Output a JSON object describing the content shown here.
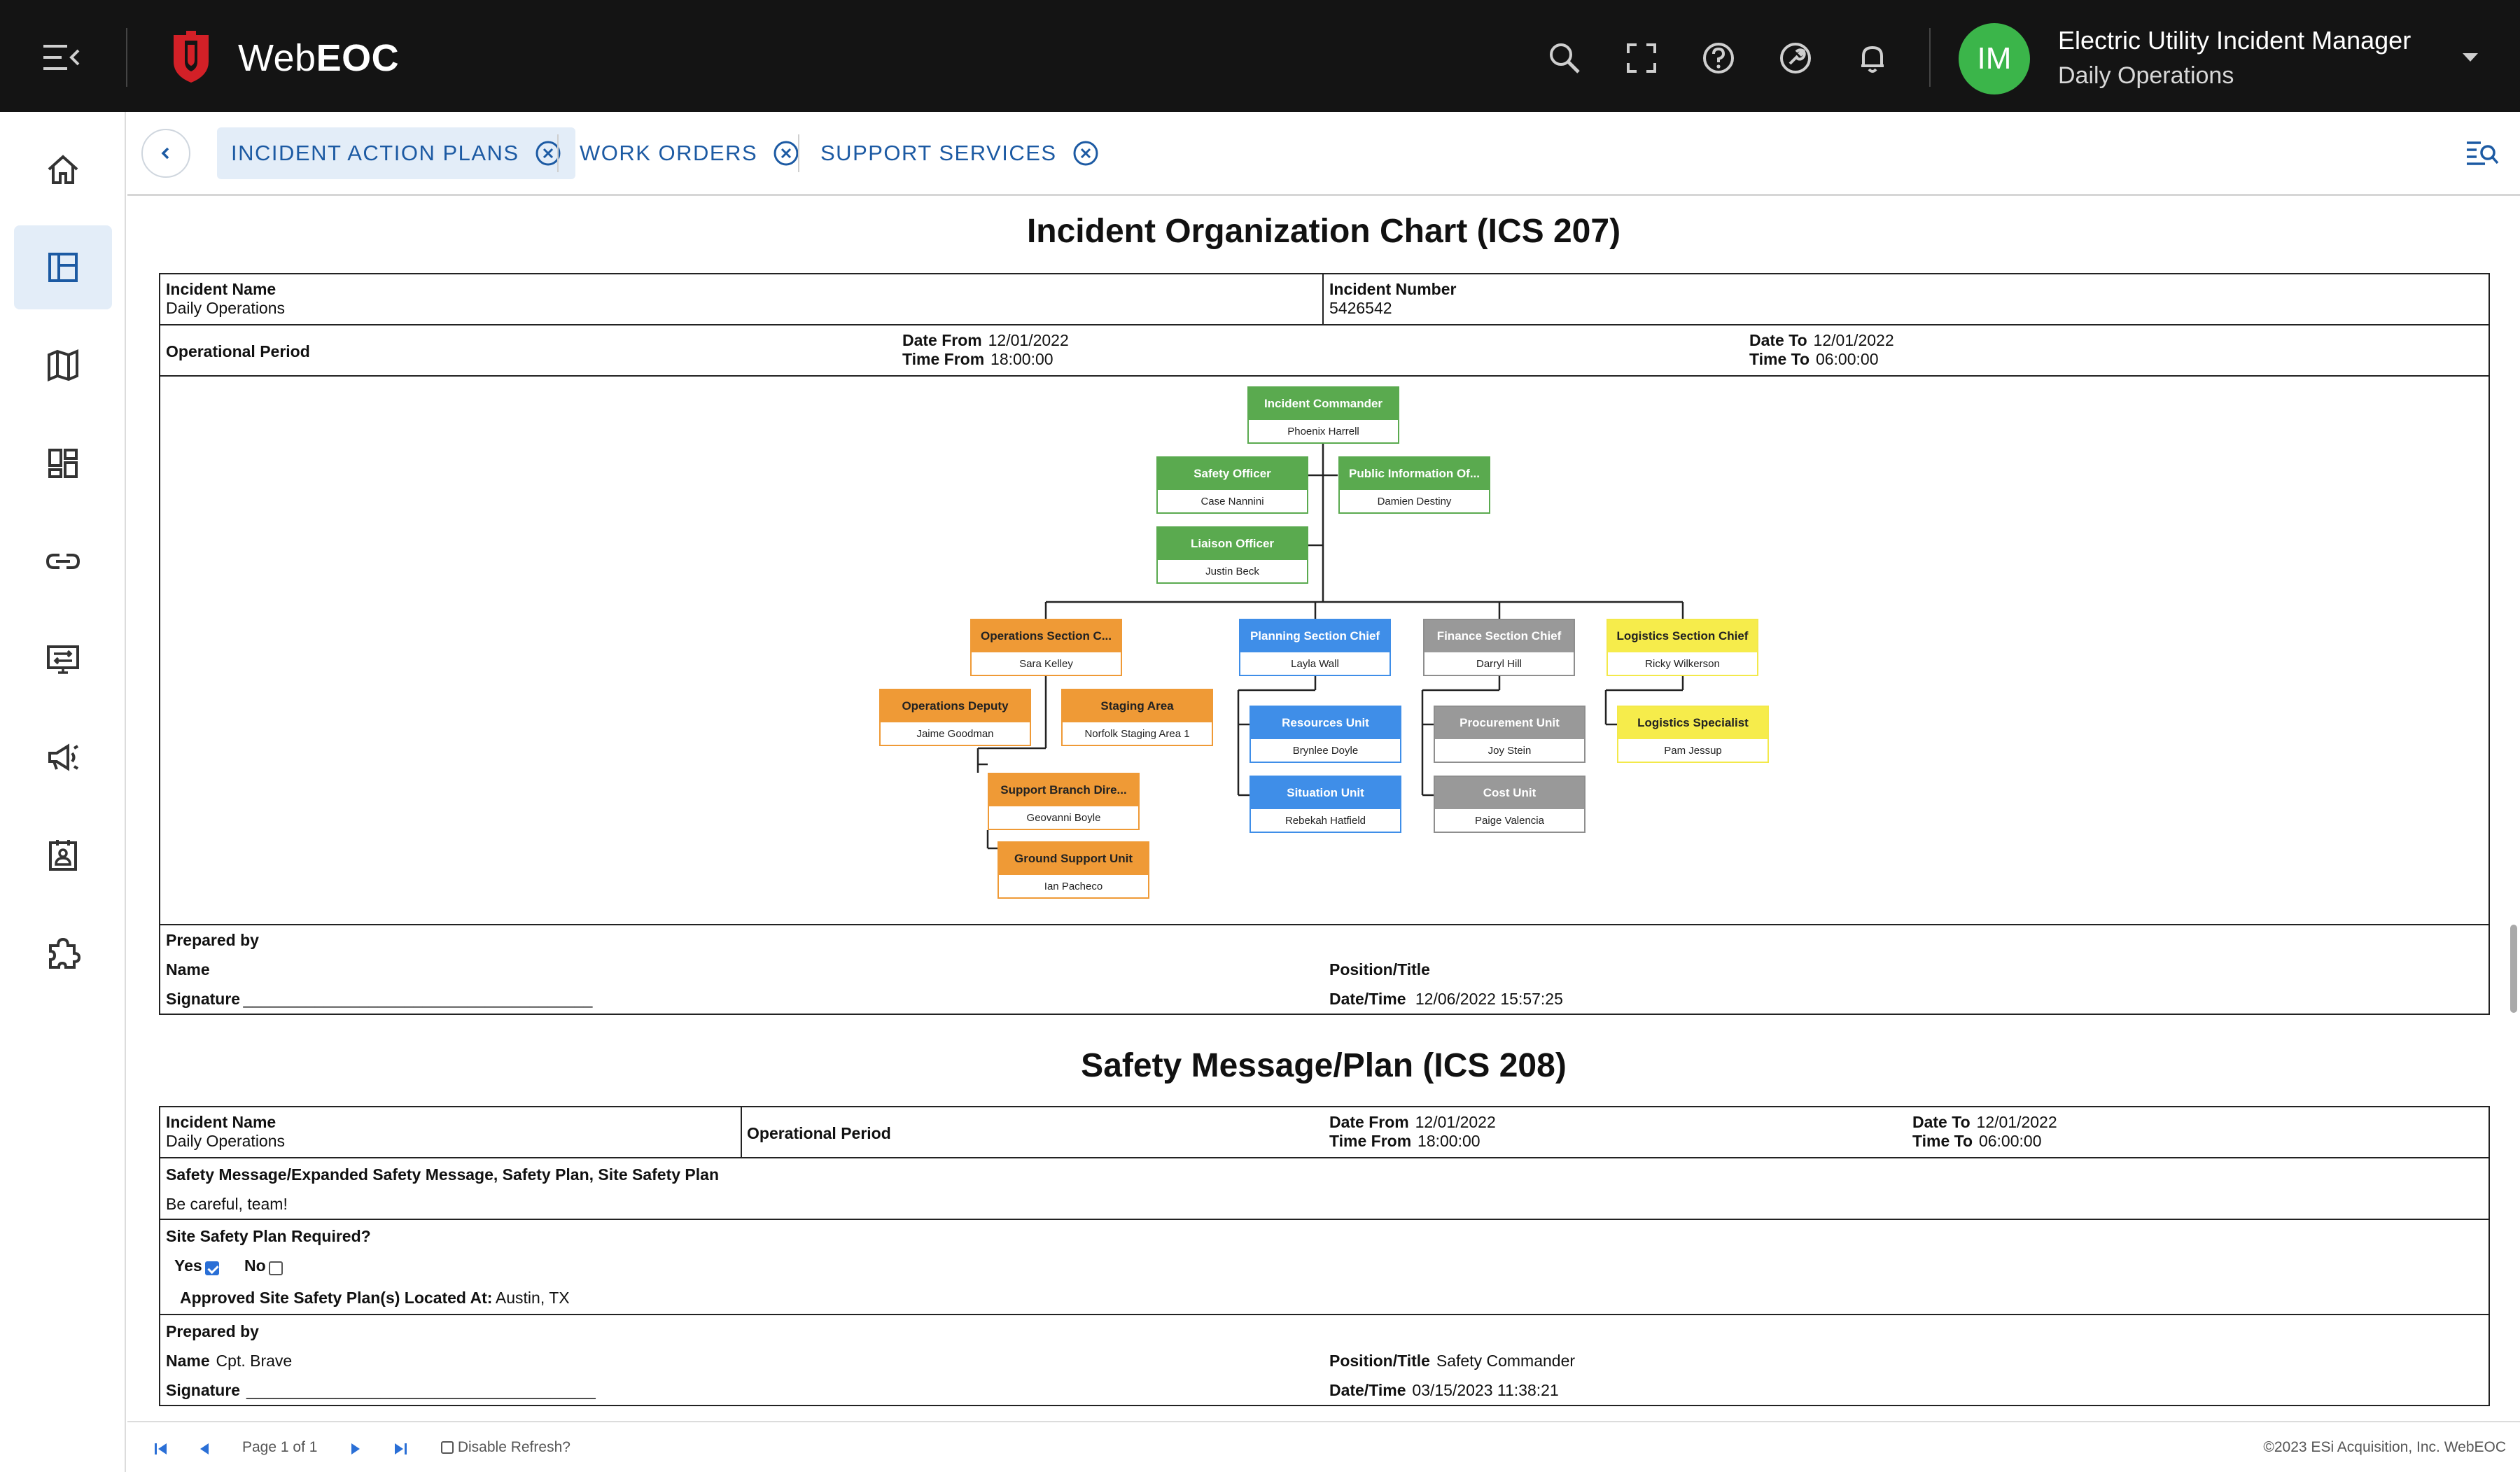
{
  "app": {
    "brand_prefix": "Web",
    "brand_suffix": "EOC",
    "avatar_initials": "IM",
    "position_title": "Electric Utility Incident Manager",
    "incident_name": "Daily Operations",
    "colors": {
      "topbar": "#141414",
      "accent": "#1c5aa3",
      "avatar": "#3bb54a",
      "logo": "#d32027"
    }
  },
  "topbar_icons": [
    "search-icon",
    "fullscreen-icon",
    "help-icon",
    "tools-icon",
    "bell-icon"
  ],
  "sidebar": [
    "home-icon",
    "boards-icon",
    "map-icon",
    "dashboard-icon",
    "link-icon",
    "integration-icon",
    "megaphone-icon",
    "contacts-icon",
    "plugins-icon"
  ],
  "tabs": [
    {
      "label": "INCIDENT ACTION PLANS"
    },
    {
      "label": "WORK ORDERS"
    },
    {
      "label": "SUPPORT SERVICES"
    }
  ],
  "ics207": {
    "title": "Incident Organization Chart (ICS 207)",
    "incident_name_label": "Incident Name",
    "incident_name": "Daily Operations",
    "incident_number_label": "Incident Number",
    "incident_number": "5426542",
    "op_period_label": "Operational Period",
    "date_from_label": "Date From",
    "date_from": "12/01/2022",
    "time_from_label": "Time From",
    "time_from": "18:00:00",
    "date_to_label": "Date To",
    "date_to": "12/01/2022",
    "time_to_label": "Time To",
    "time_to": "06:00:00",
    "org": {
      "ic": {
        "title": "Incident Commander",
        "name": "Phoenix Harrell"
      },
      "safety": {
        "title": "Safety Officer",
        "name": "Case Nannini"
      },
      "pio": {
        "title": "Public Information Of...",
        "name": "Damien Destiny"
      },
      "liaison": {
        "title": "Liaison Officer",
        "name": "Justin Beck"
      },
      "ops": {
        "title": "Operations Section C...",
        "name": "Sara Kelley"
      },
      "ops_deputy": {
        "title": "Operations Deputy",
        "name": "Jaime Goodman"
      },
      "staging": {
        "title": "Staging Area",
        "name": "Norfolk Staging Area 1"
      },
      "support_branch": {
        "title": "Support Branch Dire...",
        "name": "Geovanni Boyle"
      },
      "ground_support": {
        "title": "Ground Support Unit",
        "name": "Ian Pacheco"
      },
      "planning": {
        "title": "Planning Section Chief",
        "name": "Layla Wall"
      },
      "resources": {
        "title": "Resources Unit",
        "name": "Brynlee Doyle"
      },
      "situation": {
        "title": "Situation Unit",
        "name": "Rebekah Hatfield"
      },
      "finance": {
        "title": "Finance Section Chief",
        "name": "Darryl Hill"
      },
      "procurement": {
        "title": "Procurement Unit",
        "name": "Joy Stein"
      },
      "cost": {
        "title": "Cost Unit",
        "name": "Paige Valencia"
      },
      "logistics": {
        "title": "Logistics Section Chief",
        "name": "Ricky Wilkerson"
      },
      "log_specialist": {
        "title": "Logistics Specialist",
        "name": "Pam Jessup"
      }
    },
    "prepared_by_label": "Prepared by",
    "name_label": "Name",
    "signature_label": "Signature",
    "signature_line": "_______________________________________",
    "position_label": "Position/Title",
    "datetime_label": "Date/Time",
    "datetime": "12/06/2022 15:57:25"
  },
  "ics208": {
    "title": "Safety Message/Plan (ICS 208)",
    "incident_name_label": "Incident Name",
    "incident_name": "Daily Operations",
    "op_period_label": "Operational Period",
    "date_from_label": "Date From",
    "date_from": "12/01/2022",
    "time_from_label": "Time From",
    "time_from": "18:00:00",
    "date_to_label": "Date To",
    "date_to": "12/01/2022",
    "time_to_label": "Time To",
    "time_to": "06:00:00",
    "message_label": "Safety Message/Expanded Safety Message, Safety Plan, Site Safety Plan",
    "message": "Be careful, team!",
    "site_plan_label": "Site Safety Plan Required?",
    "yes_label": "Yes",
    "yes_checked": true,
    "no_label": "No",
    "no_checked": false,
    "approved_label": "Approved Site Safety Plan(s) Located At:",
    "approved_location": "Austin, TX",
    "prepared_by_label": "Prepared by",
    "name_label": "Name",
    "name": "Cpt. Brave",
    "signature_label": "Signature",
    "signature_line": "_______________________________________",
    "position_label": "Position/Title",
    "position": "Safety Commander",
    "datetime_label": "Date/Time",
    "datetime": "03/15/2023 11:38:21"
  },
  "footer": {
    "page_info": "Page 1 of 1",
    "disable_refresh_label": "Disable Refresh?",
    "copyright": "©2023 ESi Acquisition, Inc. WebEOC"
  }
}
